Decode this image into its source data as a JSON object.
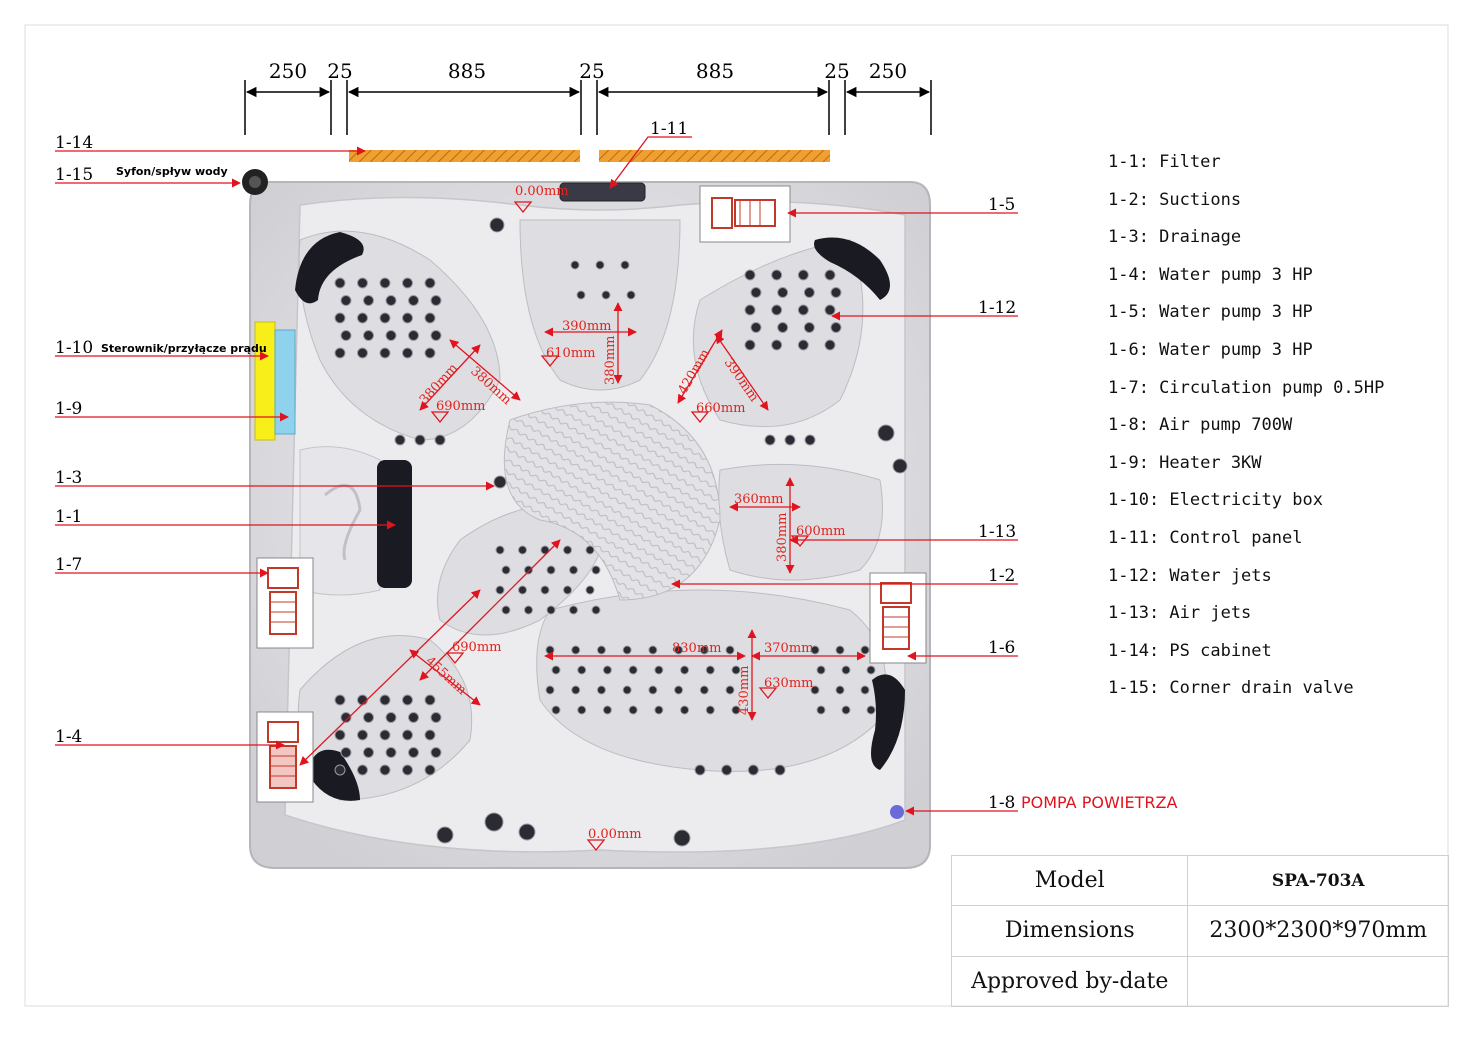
{
  "dimensions": [
    "250",
    "25",
    "885",
    "25",
    "885",
    "25",
    "250"
  ],
  "callouts": {
    "c1": "1-1",
    "c2": "1-2",
    "c3": "1-3",
    "c4": "1-4",
    "c5": "1-5",
    "c6": "1-6",
    "c7": "1-7",
    "c8": "1-8",
    "c9": "1-9",
    "c10": "1-10",
    "c11": "1-11",
    "c12": "1-12",
    "c13": "1-13",
    "c14": "1-14",
    "c15": "1-15"
  },
  "annotations": {
    "syfon": "Syfon/spływ wody",
    "sterownik": "Sterownik/przyłącze prądu",
    "pompa": "POMPA POWIETRZA"
  },
  "measurements": {
    "m0_top": "0.00mm",
    "m390a": "390mm",
    "m610": "610mm",
    "m380a": "380mm",
    "m380b": "380mm",
    "m380c": "380mm",
    "m690a": "690mm",
    "m420": "420mm",
    "m390b": "390mm",
    "m660": "660mm",
    "m360": "360mm",
    "m600": "600mm",
    "m380d": "380mm",
    "m690b": "690mm",
    "m455": "455mm",
    "m830": "830mm",
    "m370": "370mm",
    "m630": "630mm",
    "m430": "430mm",
    "m0_bottom": "0.00mm"
  },
  "legend": [
    "1-1: Filter",
    "1-2: Suctions",
    "1-3: Drainage",
    "1-4: Water pump  3 HP",
    "1-5: Water pump  3 HP",
    "1-6: Water pump  3 HP",
    "1-7: Circulation pump 0.5HP",
    "1-8: Air pump 700W",
    "1-9: Heater 3KW",
    "1-10: Electricity box",
    "1-11: Control panel",
    "1-12: Water jets",
    "1-13: Air jets",
    "1-14: PS cabinet",
    "1-15: Corner drain valve"
  ],
  "spec": {
    "model_label": "Model",
    "model_value": "SPA-703A",
    "dimensions_label": "Dimensions",
    "dimensions_value": "2300*2300*970mm",
    "approved_label": "Approved by-date",
    "approved_value": ""
  },
  "colors": {
    "arrow_red": "#e0141e",
    "cabinet_orange": "#f0a030",
    "electricity_yellow": "#f7ee1a",
    "heater_blue": "#8ed2ee",
    "shell": "#e9e9ec",
    "cushion": "#1a1a22"
  }
}
